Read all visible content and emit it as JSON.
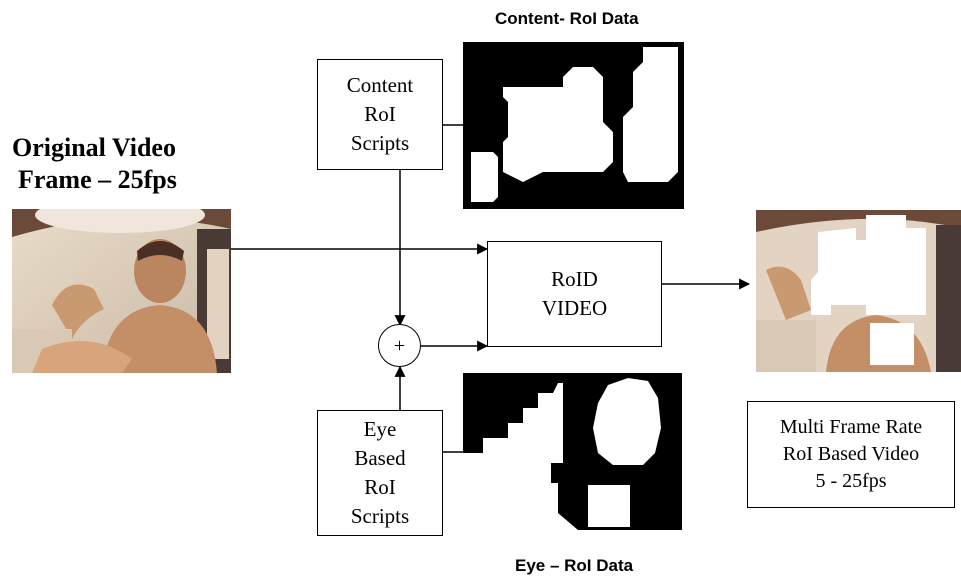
{
  "original_video": {
    "title_line1": "Original Video",
    "title_line2": "Frame – 25fps"
  },
  "content_roi": {
    "heading": "Content- RoI Data",
    "scripts_line1": "Content",
    "scripts_line2": "RoI",
    "scripts_line3": "Scripts"
  },
  "eye_roi": {
    "heading": "Eye – RoI Data",
    "scripts_line1": "Eye",
    "scripts_line2": "Based",
    "scripts_line3": "RoI",
    "scripts_line4": "Scripts"
  },
  "combiner": {
    "symbol": "+"
  },
  "roid_video": {
    "line1": "RoID",
    "line2": "VIDEO"
  },
  "output": {
    "line1": "Multi Frame Rate",
    "line2": "RoI Based Video",
    "line3": "5 - 25fps"
  }
}
